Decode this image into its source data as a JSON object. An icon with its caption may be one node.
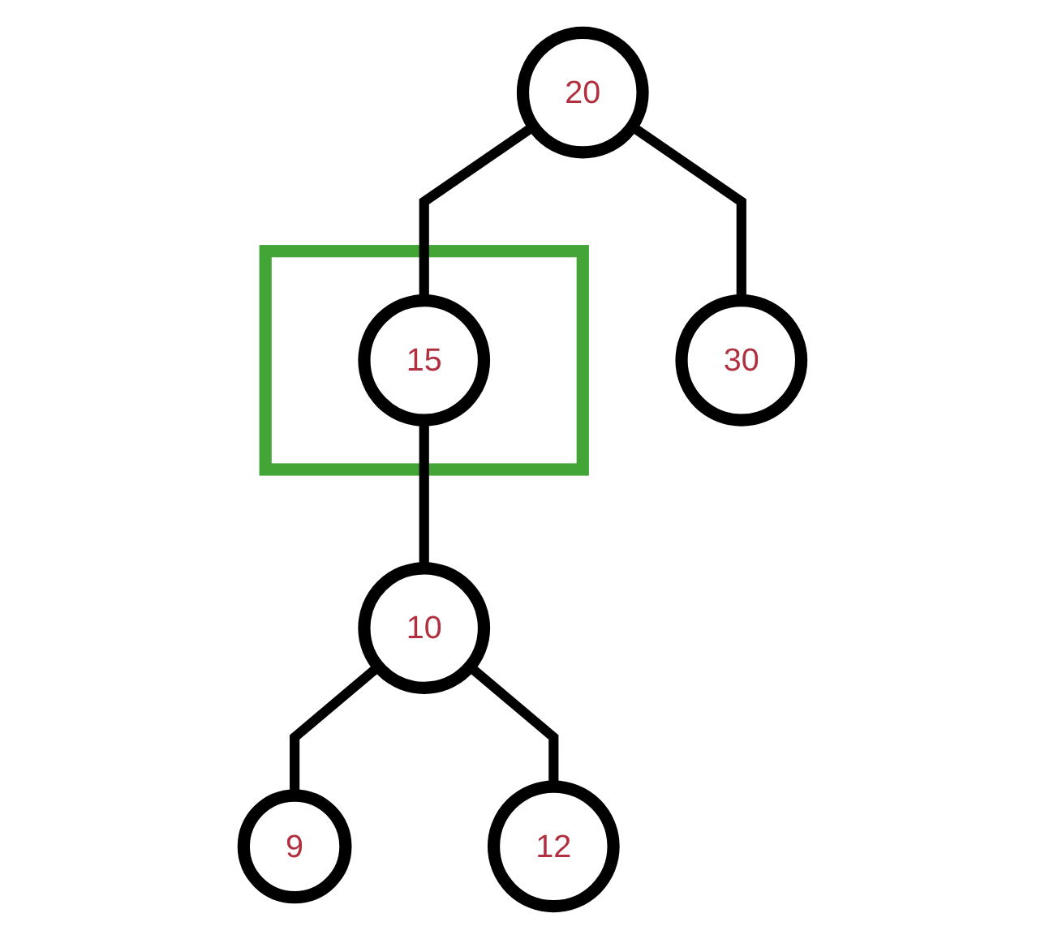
{
  "diagram": {
    "nodes": [
      {
        "text": [
          "20"
        ]
      },
      {
        "text": [],
        "shape": "box"
      },
      {
        "text": [
          "15"
        ],
        "in": 1
      },
      {
        "text": [
          "30"
        ]
      },
      {
        "text": [
          "10"
        ]
      },
      {
        "text": [
          "9"
        ]
      },
      {
        "text": [
          "12"
        ]
      }
    ],
    "edges": [
      {
        "from": 0,
        "to": 2,
        "arrow": "none"
      },
      {
        "from": 0,
        "to": 3,
        "arrow": "none"
      },
      {
        "from": 2,
        "to": 4,
        "arrow": "none"
      },
      {
        "from": 4,
        "to": 5,
        "arrow": "none"
      },
      {
        "from": 4,
        "to": 6,
        "arrow": "none"
      }
    ]
  }
}
